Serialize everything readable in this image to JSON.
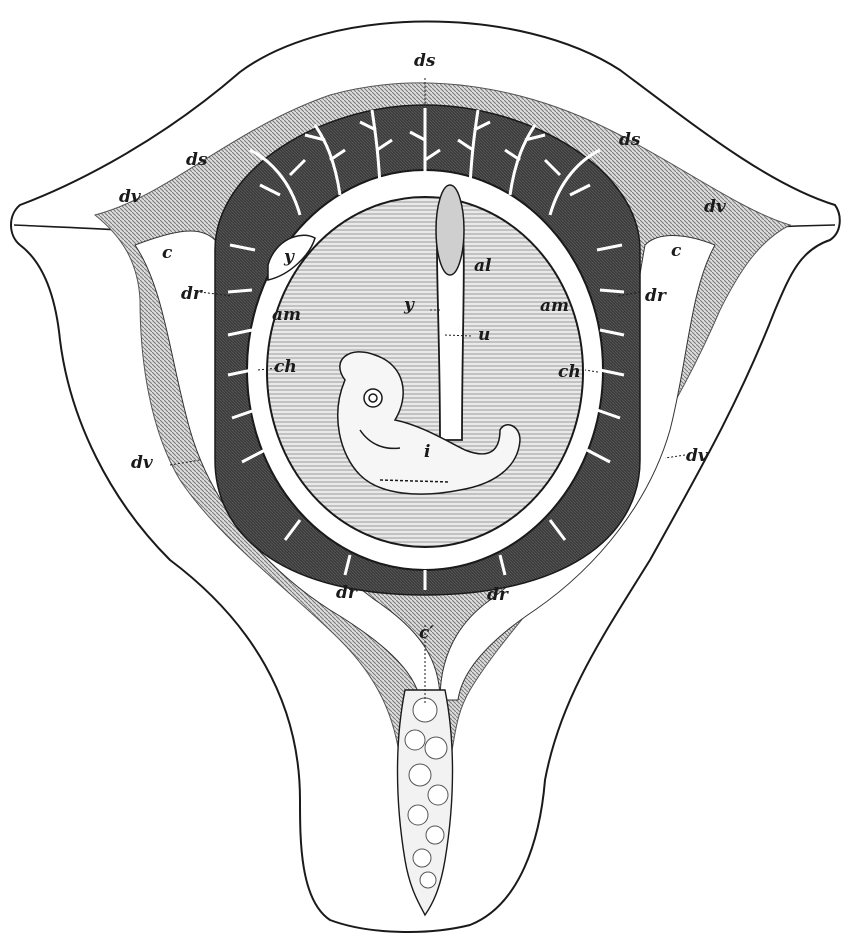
{
  "figure": {
    "labels": {
      "ds_top": "ds",
      "ds_right": "ds",
      "ds_left": "ds",
      "dv_upper_left": "dv",
      "dv_upper_right": "dv",
      "c_left": "c",
      "c_right": "c",
      "y_upper": "y",
      "al": "al",
      "dr_left": "dr",
      "dr_right": "dr",
      "am_left": "am",
      "am_right": "am",
      "y_stalk": "y",
      "u": "u",
      "ch_left": "ch",
      "ch_right": "ch",
      "dv_lower_left": "dv",
      "dv_lower_right": "dv",
      "i": "i",
      "dr_bottom_left": "dr",
      "dr_bottom_right": "dr",
      "c_prime": "c′"
    }
  }
}
